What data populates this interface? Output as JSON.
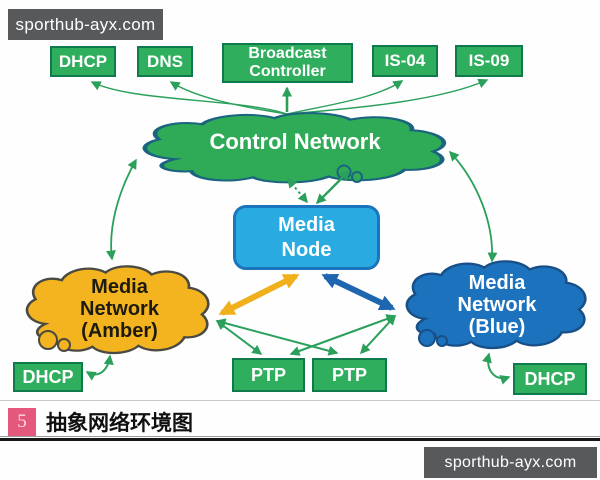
{
  "watermarks": {
    "top": "sporthub-ayx.com",
    "bottom": "sporthub-ayx.com"
  },
  "boxes": {
    "dhcp_top": "DHCP",
    "dns": "DNS",
    "broadcast_controller": "Broadcast Controller",
    "is04": "IS-04",
    "is09": "IS-09",
    "ptp_left": "PTP",
    "ptp_right": "PTP",
    "dhcp_bottom_left": "DHCP",
    "dhcp_bottom_right": "DHCP"
  },
  "clouds": {
    "control": {
      "label": "Control Network",
      "fill": "#2faa57",
      "stroke": "#1b6480"
    },
    "amber": {
      "line1": "Media",
      "line2": "Network",
      "line3": "(Amber)",
      "fill": "#f4b41f",
      "stroke": "#4a4a42"
    },
    "blue": {
      "line1": "Media",
      "line2": "Network",
      "line3": "(Blue)",
      "fill": "#1d72bd",
      "stroke": "#174f86"
    }
  },
  "media_node": {
    "line1": "Media",
    "line2": "Node",
    "fill": "#29abe2",
    "stroke": "#1b75bc"
  },
  "caption": {
    "number": "5",
    "title": "抽象网络环境图"
  },
  "colors": {
    "box_fill": "#2fae5e",
    "box_border": "#0f7a4c",
    "arrow_green": "#2aa05a",
    "arrow_amber": "#f0b01c",
    "arrow_blue": "#1e66b0",
    "watermark_bg": "#58595b",
    "badge_bg": "#e4587e"
  }
}
